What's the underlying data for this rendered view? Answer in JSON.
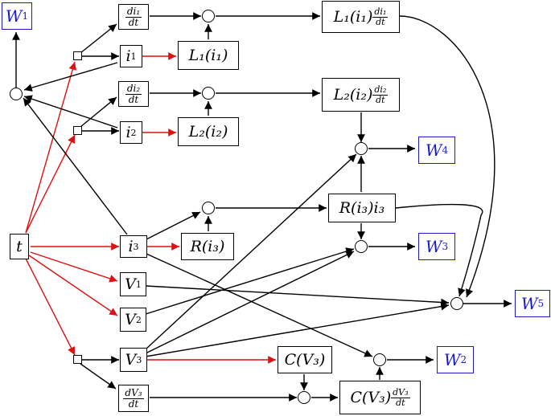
{
  "inputs": {
    "t": "t",
    "i1": "i",
    "i1_sub": "1",
    "i2": "i",
    "i2_sub": "2",
    "i3": "i",
    "i3_sub": "3",
    "V1": "V",
    "V1_sub": "1",
    "V2": "V",
    "V2_sub": "2",
    "V3": "V",
    "V3_sub": "3"
  },
  "derivatives": {
    "di1_num": "di₁",
    "di1_den": "dt",
    "di2_num": "di₂",
    "di2_den": "dt",
    "dV3_num": "dV₃",
    "dV3_den": "dt"
  },
  "functions": {
    "L1": "L₁(i₁)",
    "L2": "L₂(i₂)",
    "R": "R(i₃)",
    "C": "C(V₃)"
  },
  "products": {
    "L1di1_text": "L₁(i₁)",
    "L2di2_text": "L₂(i₂)",
    "Ri3": "R(i₃)i₃",
    "CdV3_text": "C(V₃)"
  },
  "outputs": {
    "W1_main": "W",
    "W1_sub": "1",
    "W2_main": "W",
    "W2_sub": "2",
    "W3_main": "W",
    "W3_sub": "3",
    "W4_main": "W",
    "W4_sub": "4",
    "W5_main": "W",
    "W5_sub": "5"
  },
  "colors": {
    "edge_default": "#000000",
    "edge_time": "#dd1111",
    "output_border": "#1a1acc"
  }
}
